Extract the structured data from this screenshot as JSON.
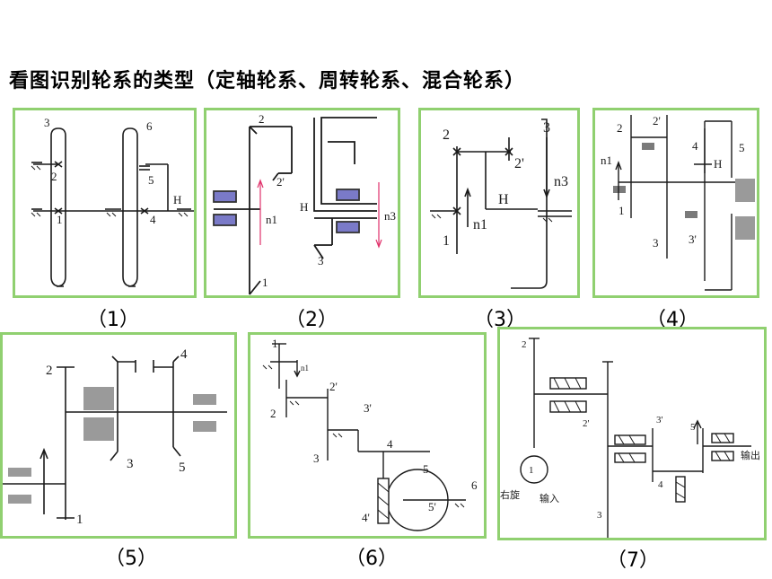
{
  "title": "看图识别轮系的类型（定轴轮系、周转轮系、混合轮系）",
  "captions": [
    "（1）",
    "（2）",
    "（3）",
    "（4）",
    "（5）",
    "（6）",
    "（7）"
  ],
  "diagram1": {
    "labels": [
      "3",
      "2",
      "1",
      "6",
      "5",
      "4",
      "H"
    ]
  },
  "diagram2": {
    "labels": [
      "2",
      "2'",
      "H",
      "n1",
      "n3",
      "3",
      "1"
    ]
  },
  "diagram3": {
    "labels": [
      "2",
      "3",
      "2'",
      "n3",
      "H",
      "n1",
      "1"
    ]
  },
  "diagram4": {
    "labels": [
      "2",
      "2'",
      "n1",
      "4",
      "5",
      "H",
      "1",
      "3",
      "3'"
    ]
  },
  "diagram5": {
    "labels": [
      "2",
      "4",
      "3",
      "5",
      "1"
    ]
  },
  "diagram6": {
    "labels": [
      "1",
      "n1",
      "2'",
      "2",
      "3'",
      "3",
      "4",
      "5",
      "6",
      "4'",
      "5'"
    ]
  },
  "diagram7": {
    "labels": [
      "2",
      "2'",
      "3'",
      "5",
      "1",
      "右旋",
      "输入",
      "4",
      "输出",
      "3"
    ]
  },
  "colors": {
    "border": "#90d070",
    "line": "#1a1a1a",
    "bearing": "#7a7ac8",
    "arrow": "#e0306a"
  }
}
